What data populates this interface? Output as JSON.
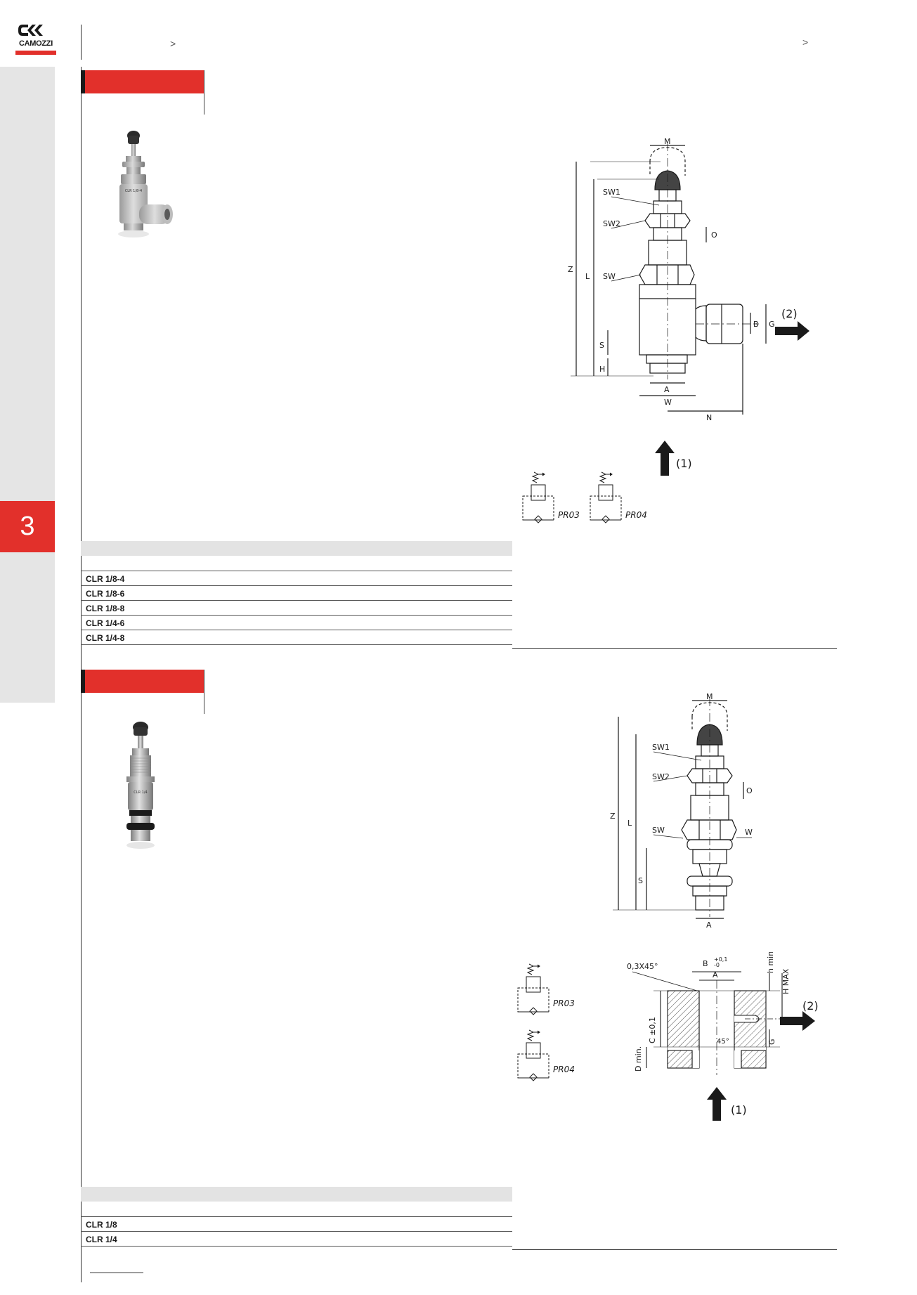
{
  "brand": {
    "name": "CAMOZZI"
  },
  "chapter": {
    "number": "3"
  },
  "breadcrumb": {
    "sep_left": ">",
    "sep_right": ">"
  },
  "section1": {
    "schematic_labels": [
      "PR03",
      "PR04"
    ],
    "flow_labels": [
      "(1)",
      "(2)"
    ],
    "dimension_labels": [
      "M",
      "SW1",
      "SW2",
      "O",
      "SW",
      "Z",
      "L",
      "S",
      "H",
      "A",
      "W",
      "N",
      "B",
      "G"
    ],
    "product_print": "CLR 1/8-4",
    "table_rows": [
      "CLR 1/8-4",
      "CLR 1/8-6",
      "CLR 1/8-8",
      "CLR 1/4-6",
      "CLR 1/4-8"
    ]
  },
  "section2": {
    "schematic_labels": [
      "PR03",
      "PR04"
    ],
    "flow_labels": [
      "(1)",
      "(2)"
    ],
    "dimension_labels": [
      "M",
      "SW1",
      "SW2",
      "O",
      "Z",
      "L",
      "SW",
      "W",
      "S",
      "A"
    ],
    "seat_labels": [
      "0,3X45°",
      "B",
      "+0,1",
      "-0",
      "A",
      "h min",
      "H MAX",
      "C ±0,1",
      "D min.",
      "45°",
      "G"
    ],
    "product_print": "CLR 1/4",
    "table_rows": [
      "CLR 1/8",
      "CLR 1/4"
    ]
  },
  "colors": {
    "accent": "#e2302b",
    "sidebar": "#e5e5e5",
    "table_header": "#e3e3e3"
  }
}
